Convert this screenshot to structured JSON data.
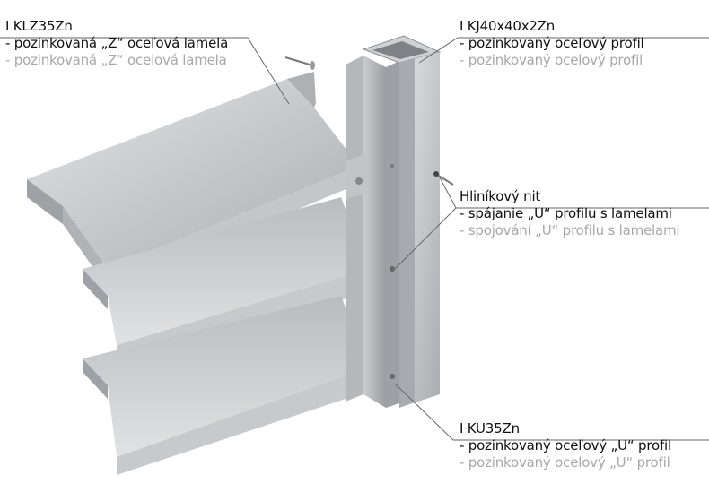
{
  "labels": [
    {
      "code": "I KLZ35Zn",
      "sk": "- pozinkovaná „Z“ oceľová lamela",
      "cz": "- pozinkovaná „Z“ ocelová lamela"
    },
    {
      "code": "I KJ40x40x2Zn",
      "sk": "- pozinkovaný oceľový profil",
      "cz": "- pozinkovaný ocelový profil"
    },
    {
      "code": "Hliníkový nit",
      "sk": "- spájanie „U“ profilu s lamelami",
      "cz": "- spojování „U“ profilu s lamelami"
    },
    {
      "code": "I KU35Zn",
      "sk": "- pozinkovaný oceľový „U“ profil",
      "cz": "- pozinkovaný ocelový „U“ profil"
    }
  ],
  "colors": {
    "metal_light": "#d4d6d8",
    "metal_mid": "#b4b7ba",
    "metal_dark": "#8e9296",
    "leader": "#666666"
  }
}
